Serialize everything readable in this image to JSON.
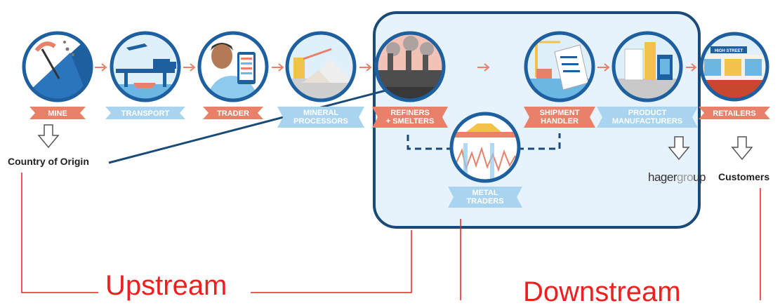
{
  "stages": [
    {
      "id": "mine",
      "label_lines": [
        "MINE"
      ],
      "ribbon": "salmon"
    },
    {
      "id": "transport",
      "label_lines": [
        "TRANSPORT"
      ],
      "ribbon": "blue"
    },
    {
      "id": "trader",
      "label_lines": [
        "TRADER"
      ],
      "ribbon": "salmon"
    },
    {
      "id": "mineral-processors",
      "label_lines": [
        "MINERAL",
        "PROCESSORS"
      ],
      "ribbon": "blue"
    },
    {
      "id": "refiners-smelters",
      "label_lines": [
        "REFINERS",
        "+ SMELTERS"
      ],
      "ribbon": "salmon"
    },
    {
      "id": "metal-traders",
      "label_lines": [
        "METAL",
        "TRADERS"
      ],
      "ribbon": "blue"
    },
    {
      "id": "shipment-handler",
      "label_lines": [
        "SHIPMENT",
        "HANDLER"
      ],
      "ribbon": "salmon"
    },
    {
      "id": "product-manufacturers",
      "label_lines": [
        "PRODUCT",
        "MANUFACTURERS"
      ],
      "ribbon": "blue"
    },
    {
      "id": "retailers",
      "label_lines": [
        "RETAILERS"
      ],
      "ribbon": "salmon"
    }
  ],
  "annotations": {
    "country_of_origin": "Country of Origin",
    "customers": "Customers",
    "hager_brand": {
      "dark": "hager",
      "light": "gr",
      "ring": "o",
      "dark_end": "up"
    },
    "upstream": "Upstream",
    "downstream": "Downstream",
    "retail_sign": "HIGH STREET"
  },
  "colors": {
    "ring": "#1e5fa0",
    "salmon_ribbon": "#e8806a",
    "blue_ribbon": "#a9d4f0",
    "arrow": "#e8806a",
    "highlight_fill": "#e6f2fc",
    "highlight_border": "#1a4a78",
    "annotation_red": "#ef1f1f",
    "dashed": "#1a4a78"
  }
}
